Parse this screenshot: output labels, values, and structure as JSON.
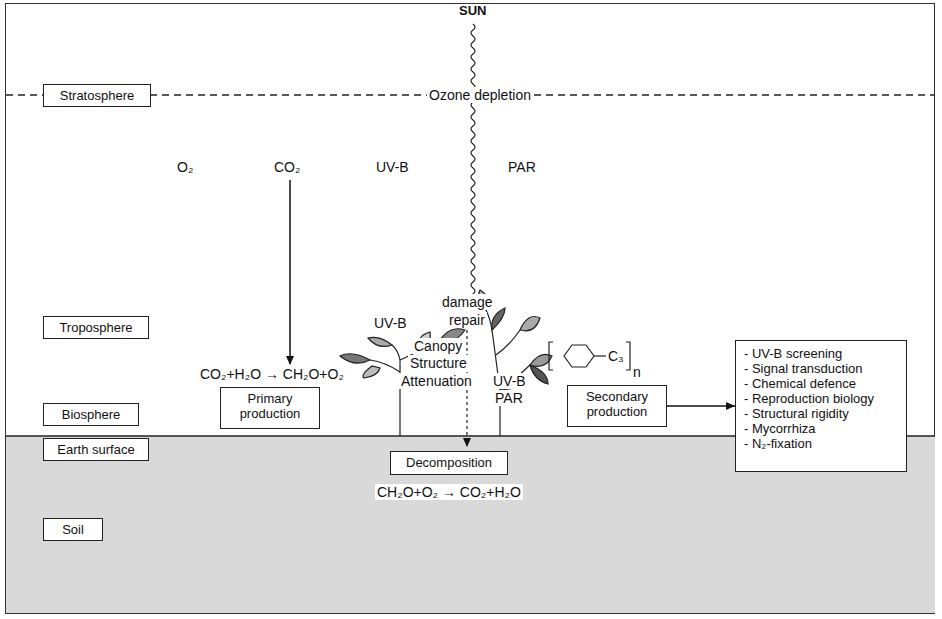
{
  "diagram": {
    "nodes": [
      {
        "text": [
          "Stratosphere"
        ]
      },
      {
        "text": [
          "Troposphere"
        ]
      },
      {
        "text": [
          "Biosphere"
        ]
      },
      {
        "text": [
          "Earth surface"
        ]
      },
      {
        "text": [
          "Soil"
        ]
      },
      {
        "text": [
          "Primary production"
        ]
      },
      {
        "text": [
          "Decomposition"
        ]
      },
      {
        "text": [
          "Secondary production"
        ]
      },
      {
        "text": [
          "- UV-B screening",
          "- Signal transduction",
          "- Chemical defence",
          "- Reproduction biology",
          "- Structural rigidity",
          "- Mycorrhiza",
          "- N₂-fixation"
        ]
      }
    ],
    "edges": [
      {
        "from": 7,
        "to": 8,
        "arrow": "to"
      }
    ],
    "labels": [
      "SUN",
      "Ozone depletion",
      "O₂",
      "CO₂",
      "UV-B",
      "PAR",
      "CO₂+H₂O → CH₂O+O₂",
      "UV-B",
      "damage",
      "repair",
      "Canopy",
      "Structure",
      "Attenuation",
      "UV-B",
      "PAR",
      "CH₂O+O₂ → CO₂+H₂O",
      "C₃",
      "n"
    ]
  }
}
